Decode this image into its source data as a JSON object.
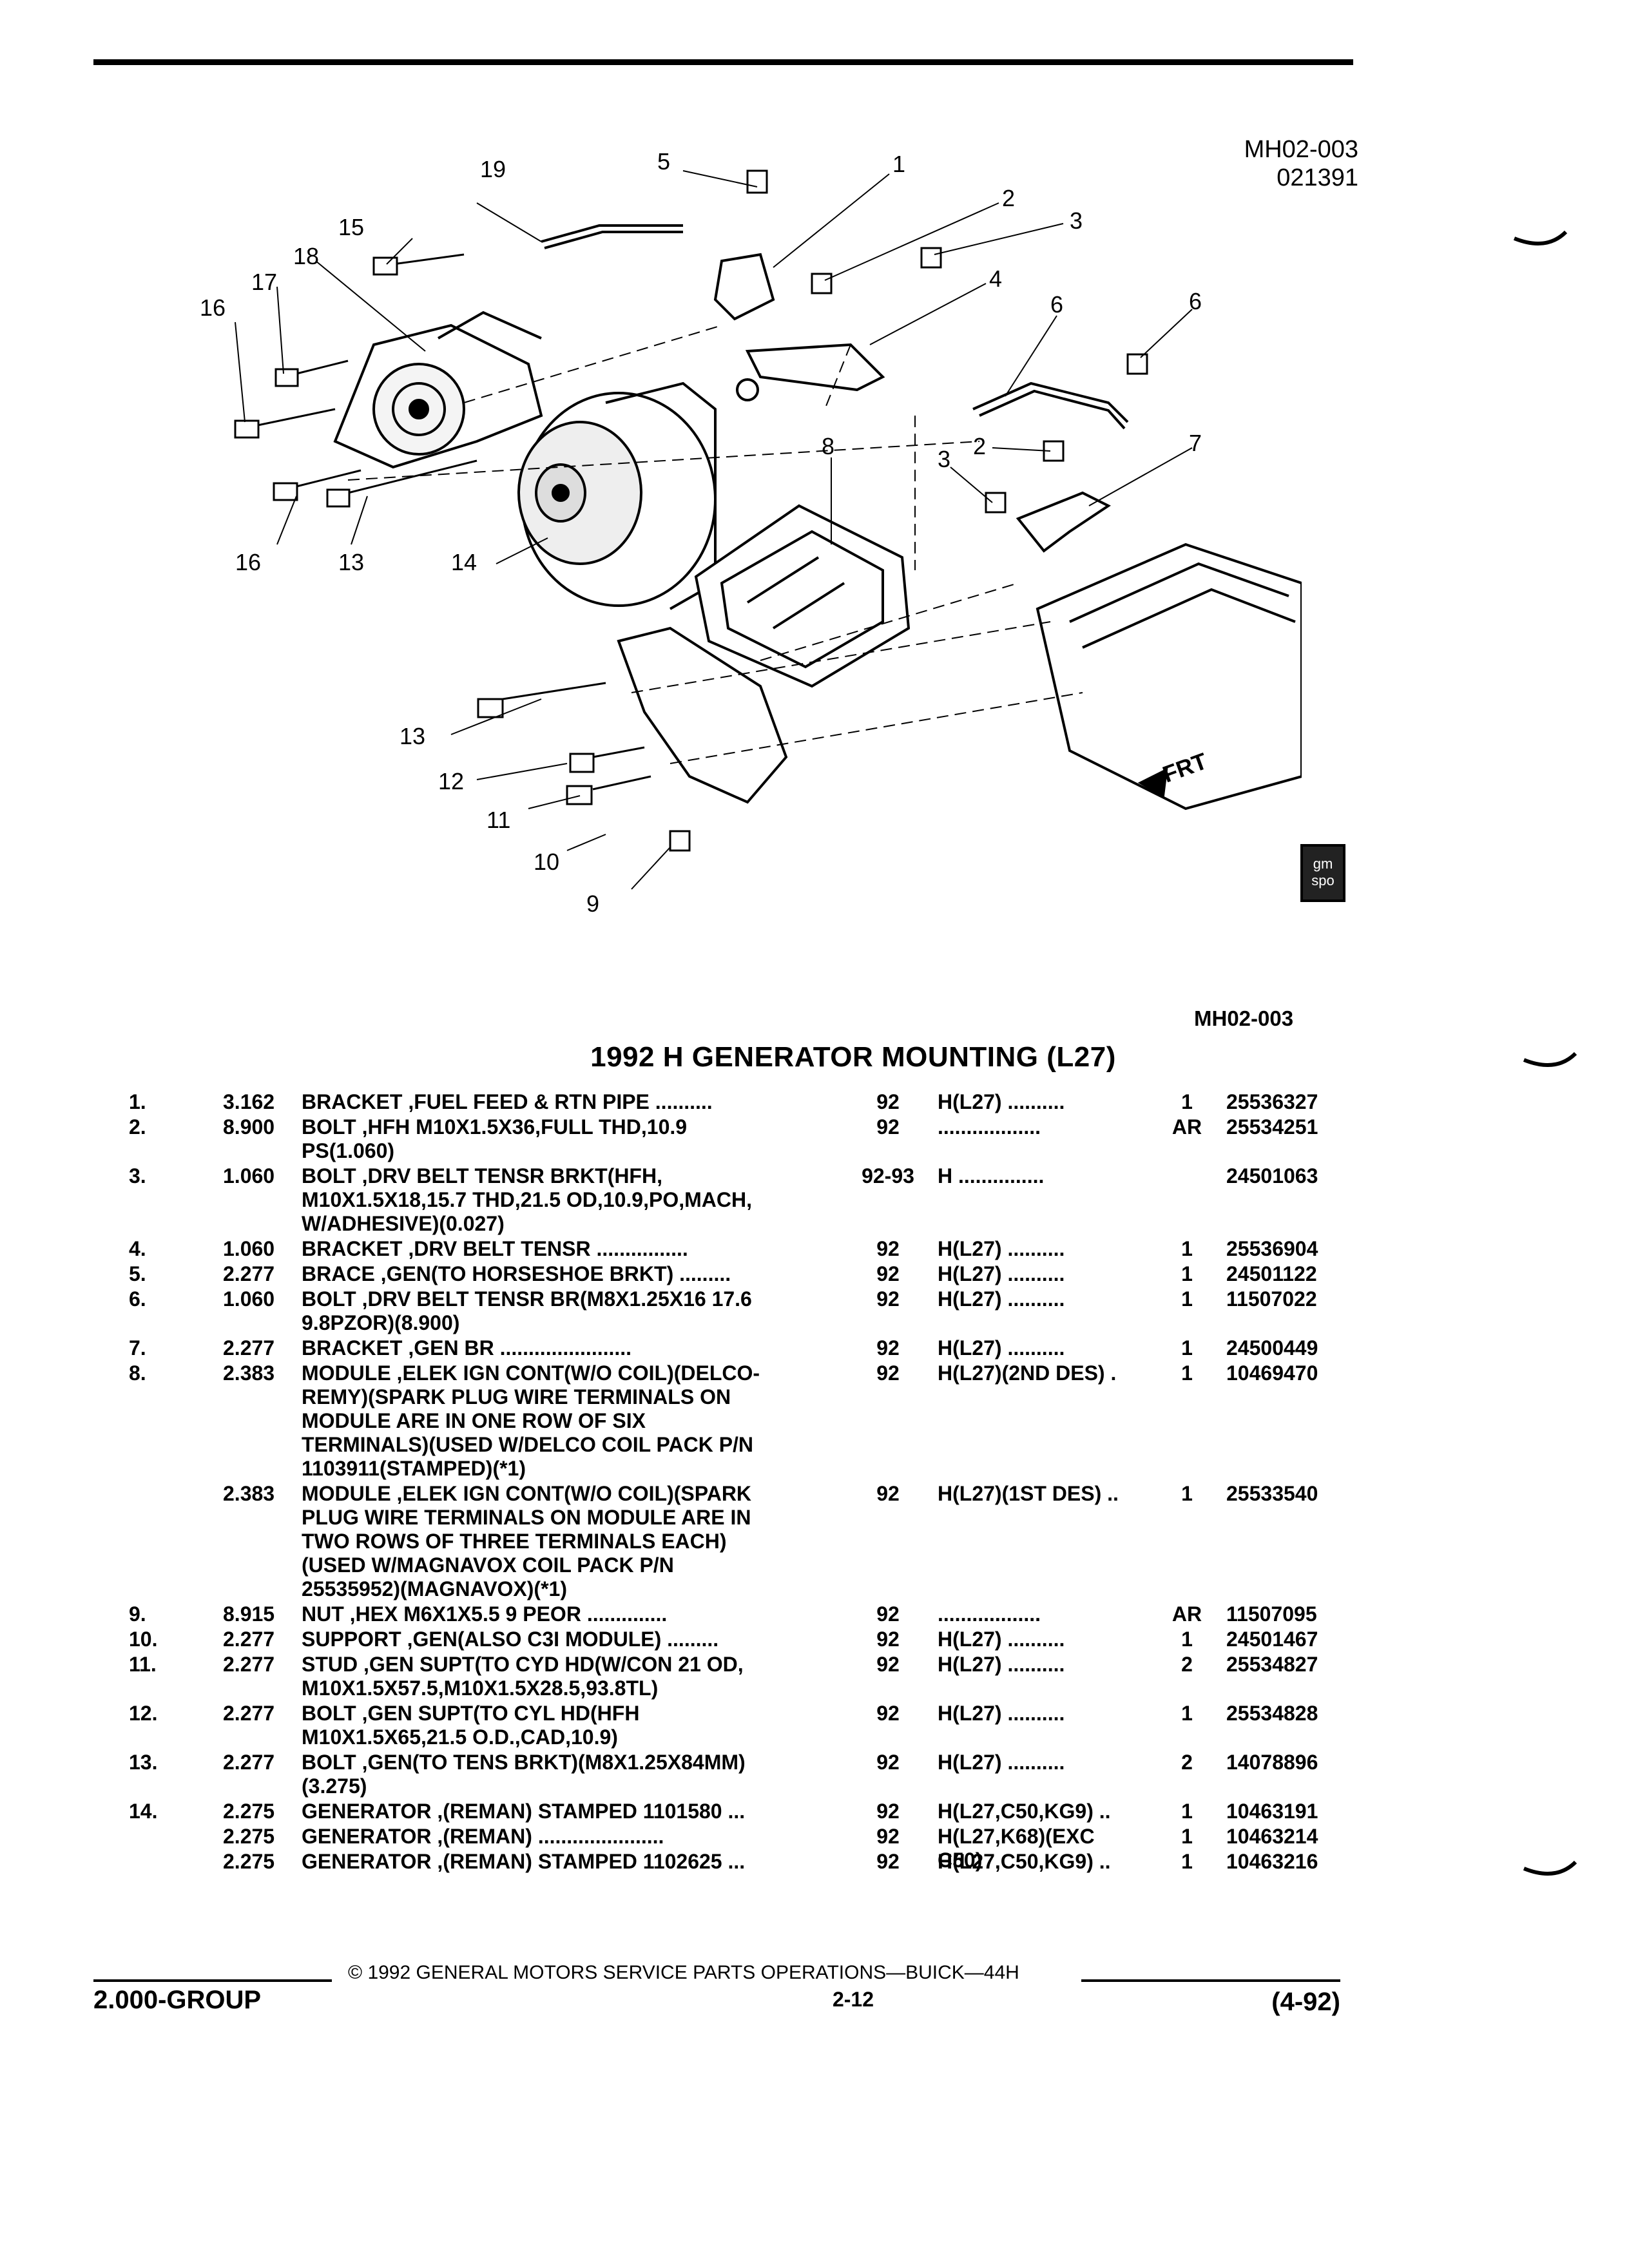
{
  "header": {
    "figure_code": "MH02-003",
    "figure_date": "021391"
  },
  "diagram": {
    "callouts": [
      "1",
      "2",
      "3",
      "4",
      "5",
      "6",
      "6",
      "7",
      "8",
      "9",
      "10",
      "11",
      "12",
      "13",
      "13",
      "14",
      "15",
      "16",
      "16",
      "17",
      "18",
      "19",
      "2",
      "3"
    ],
    "front_label": "FRT",
    "figure_code_bottom": "MH02-003",
    "logo_text": "gm spo"
  },
  "title": "1992 H GENERATOR MOUNTING (L27)",
  "parts": [
    {
      "num": "1.",
      "grp": "3.162",
      "name": "BRACKET",
      "desc": " ,FUEL FEED & RTN PIPE ..........",
      "yr": "92",
      "mdl": "H(L27) ..........",
      "qty": "1",
      "pn": "25536327"
    },
    {
      "num": "2.",
      "grp": "8.900",
      "name": "BOLT",
      "desc": " ,HFH M10X1.5X36,FULL THD,10.9\nPS(1.060)",
      "yr": "92",
      "mdl": "..................",
      "qty": "AR",
      "pn": "25534251"
    },
    {
      "num": "3.",
      "grp": "1.060",
      "name": "BOLT",
      "desc": " ,DRV BELT TENSR BRKT(HFH,\nM10X1.5X18,15.7 THD,21.5 OD,10.9,PO,MACH,\nW/ADHESIVE)(0.027)",
      "yr": "92-93",
      "mdl": "H ...............",
      "qty": "",
      "pn": "24501063"
    },
    {
      "num": "4.",
      "grp": "1.060",
      "name": "BRACKET",
      "desc": " ,DRV BELT TENSR ................",
      "yr": "92",
      "mdl": "H(L27) ..........",
      "qty": "1",
      "pn": "25536904"
    },
    {
      "num": "5.",
      "grp": "2.277",
      "name": "BRACE",
      "desc": " ,GEN(TO HORSESHOE BRKT) .........",
      "yr": "92",
      "mdl": "H(L27) ..........",
      "qty": "1",
      "pn": "24501122"
    },
    {
      "num": "6.",
      "grp": "1.060",
      "name": "BOLT",
      "desc": " ,DRV BELT TENSR BR(M8X1.25X16 17.6\n9.8PZOR)(8.900)",
      "yr": "92",
      "mdl": "H(L27) ..........",
      "qty": "1",
      "pn": "11507022"
    },
    {
      "num": "7.",
      "grp": "2.277",
      "name": "BRACKET",
      "desc": " ,GEN BR .......................",
      "yr": "92",
      "mdl": "H(L27) ..........",
      "qty": "1",
      "pn": "24500449"
    },
    {
      "num": "8.",
      "grp": "2.383",
      "name": "MODULE",
      "desc": " ,ELEK IGN CONT(W/O COIL)(DELCO-\nREMY)(SPARK PLUG WIRE TERMINALS ON\nMODULE ARE IN ONE ROW OF SIX\nTERMINALS)(USED W/DELCO COIL PACK P/N\n1103911(STAMPED)(*1)",
      "yr": "92",
      "mdl": "H(L27)(2ND DES) .",
      "qty": "1",
      "pn": "10469470"
    },
    {
      "num": "",
      "grp": "2.383",
      "name": "MODULE",
      "desc": " ,ELEK IGN CONT(W/O COIL)(SPARK\nPLUG WIRE TERMINALS ON MODULE ARE IN\nTWO ROWS OF THREE TERMINALS EACH)\n(USED W/MAGNAVOX COIL PACK P/N\n25535952)(MAGNAVOX)(*1)",
      "yr": "92",
      "mdl": "H(L27)(1ST DES) ..",
      "qty": "1",
      "pn": "25533540"
    },
    {
      "num": "9.",
      "grp": "8.915",
      "name": "NUT",
      "desc": " ,HEX M6X1X5.5 9 PEOR ..............",
      "yr": "92",
      "mdl": "..................",
      "qty": "AR",
      "pn": "11507095"
    },
    {
      "num": "10.",
      "grp": "2.277",
      "name": "SUPPORT",
      "desc": " ,GEN(ALSO C3I MODULE) .........",
      "yr": "92",
      "mdl": "H(L27) ..........",
      "qty": "1",
      "pn": "24501467"
    },
    {
      "num": "11.",
      "grp": "2.277",
      "name": "STUD",
      "desc": " ,GEN SUPT(TO CYD HD(W/CON 21 OD,\nM10X1.5X57.5,M10X1.5X28.5,93.8TL)",
      "yr": "92",
      "mdl": "H(L27) ..........",
      "qty": "2",
      "pn": "25534827"
    },
    {
      "num": "12.",
      "grp": "2.277",
      "name": "BOLT",
      "desc": " ,GEN SUPT(TO CYL HD(HFH\nM10X1.5X65,21.5 O.D.,CAD,10.9)",
      "yr": "92",
      "mdl": "H(L27) ..........",
      "qty": "1",
      "pn": "25534828"
    },
    {
      "num": "13.",
      "grp": "2.277",
      "name": "BOLT",
      "desc": " ,GEN(TO TENS BRKT)(M8X1.25X84MM)\n(3.275)",
      "yr": "92",
      "mdl": "H(L27) ..........",
      "qty": "2",
      "pn": "14078896"
    },
    {
      "num": "14.",
      "grp": "2.275",
      "name": "GENERATOR",
      "desc": " ,(REMAN) STAMPED 1101580 ...",
      "yr": "92",
      "mdl": "H(L27,C50,KG9) ..",
      "qty": "1",
      "pn": "10463191"
    },
    {
      "num": "",
      "grp": "2.275",
      "name": "GENERATOR",
      "desc": " ,(REMAN) ......................",
      "yr": "92",
      "mdl": "H(L27,K68)(EXC\nC50)",
      "qty": "1",
      "pn": "10463214"
    },
    {
      "num": "",
      "grp": "2.275",
      "name": "GENERATOR",
      "desc": " ,(REMAN) STAMPED 1102625 ...",
      "yr": "92",
      "mdl": "H(L27,C50,KG9) ..",
      "qty": "1",
      "pn": "10463216"
    }
  ],
  "footer": {
    "copyright": "© 1992 GENERAL MOTORS SERVICE PARTS OPERATIONS—BUICK—44H",
    "group": "2.000-GROUP",
    "page": "2-12",
    "date": "(4-92)"
  }
}
